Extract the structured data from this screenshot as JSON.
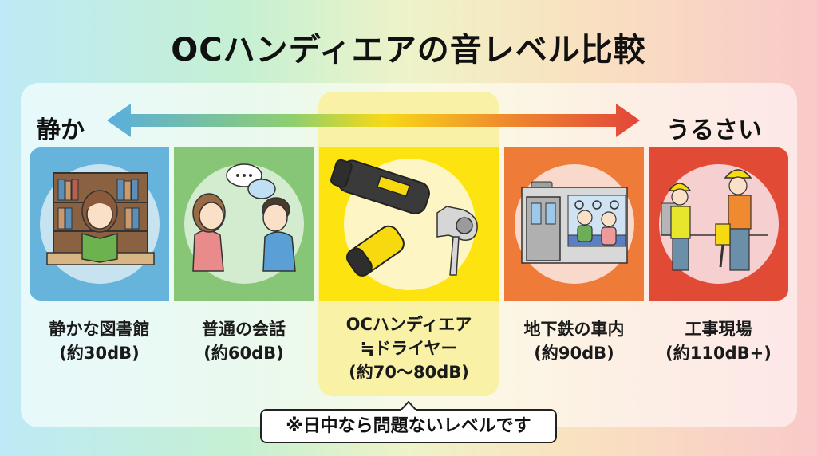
{
  "title": "OCハンディエアの音レベル比較",
  "scale": {
    "left_label": "静か",
    "right_label": "うるさい",
    "arrow_gradient": [
      "#5aaede",
      "#8fcf6e",
      "#f7d916",
      "#ef8a2e",
      "#e2453a"
    ]
  },
  "cards": [
    {
      "id": "library",
      "name": "静かな図書館",
      "level": "(約30dB)",
      "color": "#66b3dc",
      "circle": "#c7e3f0",
      "icon": "library-reading-icon"
    },
    {
      "id": "conversation",
      "name": "普通の会話",
      "level": "(約60dB)",
      "color": "#86c676",
      "circle": "#d3ecd0",
      "icon": "conversation-icon"
    },
    {
      "id": "oc-handy-air",
      "name": "OCハンディエア",
      "name2": "≒ドライヤー",
      "level": "(約70〜80dB)",
      "color": "#fde30f",
      "circle": "#fdf6c4",
      "icon": "handy-air-and-dryer-icon"
    },
    {
      "id": "subway",
      "name": "地下鉄の車内",
      "level": "(約90dB)",
      "color": "#ee7c38",
      "circle": "#f9d9cb",
      "icon": "subway-train-icon"
    },
    {
      "id": "construction",
      "name": "工事現場",
      "level": "(約110dB+)",
      "color": "#e14a35",
      "circle": "#f6cfd0",
      "icon": "construction-workers-icon"
    }
  ],
  "note": "※日中なら問題ないレベルです"
}
